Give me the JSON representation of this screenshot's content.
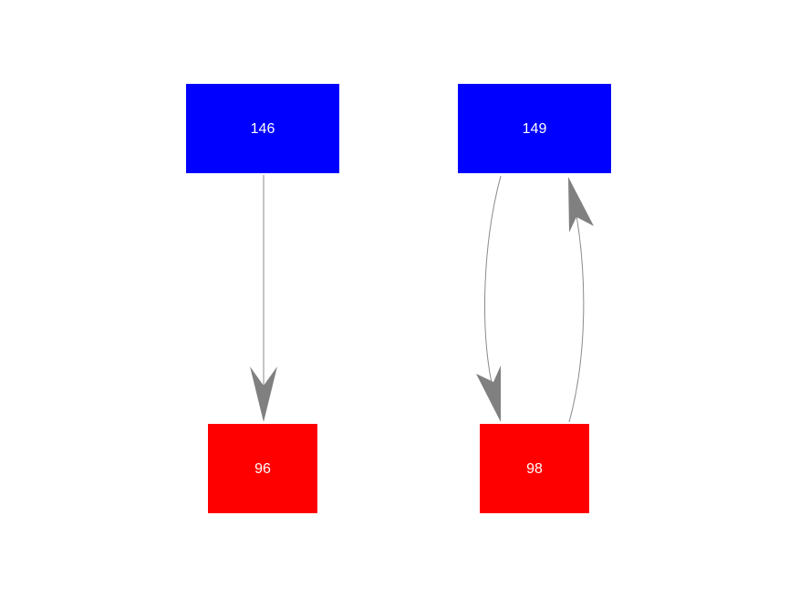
{
  "colors": {
    "background": "#ffffff",
    "source_node": "#0000ff",
    "target_node": "#ff0000",
    "edge": "#8a8a8a",
    "arrowhead": "#808080",
    "label": "#ffffff"
  },
  "nodes": [
    {
      "id": "n146",
      "label": "146",
      "group": "source"
    },
    {
      "id": "n149",
      "label": "149",
      "group": "source"
    },
    {
      "id": "n96",
      "label": "96",
      "group": "target"
    },
    {
      "id": "n98",
      "label": "98",
      "group": "target"
    }
  ],
  "edges": [
    {
      "from": "146",
      "to": "96"
    },
    {
      "from": "149",
      "to": "98"
    },
    {
      "from": "98",
      "to": "149"
    }
  ]
}
